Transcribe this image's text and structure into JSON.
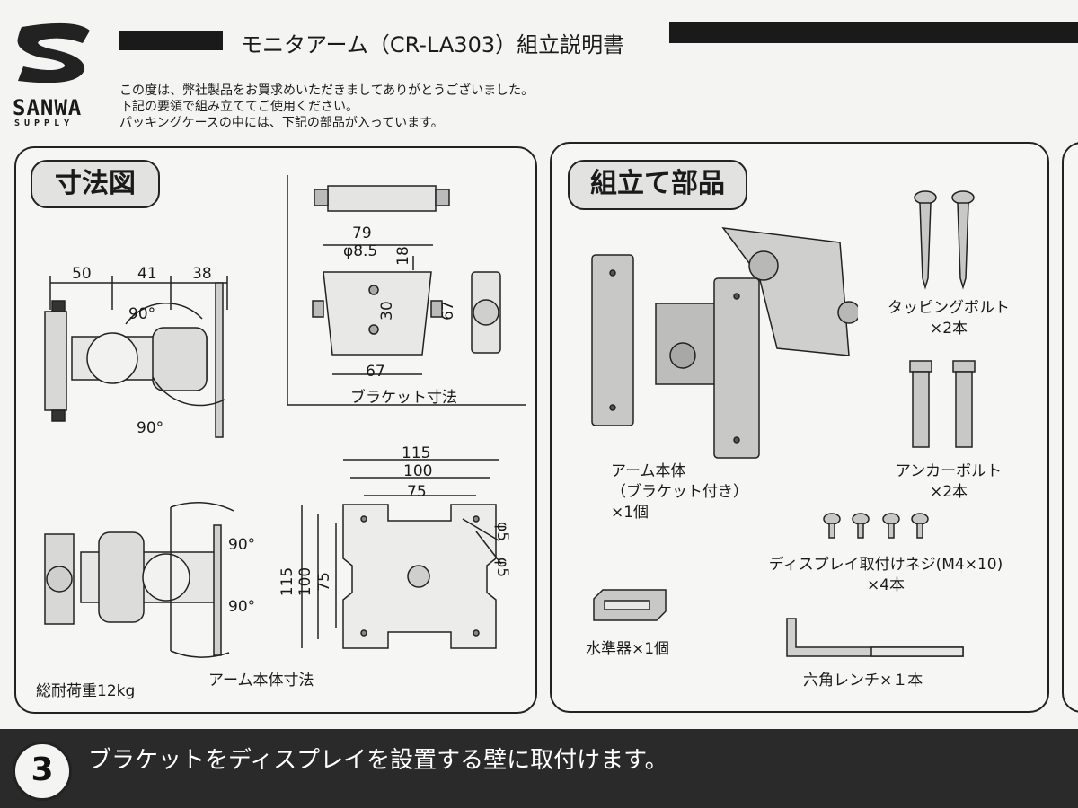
{
  "header": {
    "brand_main": "SANWA",
    "brand_sub": "SUPPLY",
    "title": "モニタアーム（CR-LA303）組立説明書",
    "intro_lines": [
      "この度は、弊社製品をお買求めいただきましてありがとうございました。",
      "下記の要領で組み立ててご使用ください。",
      "パッキングケースの中には、下記の部品が入っています。"
    ]
  },
  "dimensions": {
    "section_title": "寸法図",
    "top_view": {
      "d1": "50",
      "d2": "41",
      "d3": "38",
      "angle_top": "90°",
      "angle_bottom": "90°"
    },
    "bracket": {
      "w_top": "79",
      "hole_d": "φ8.5",
      "h_small": "18",
      "h_mid": "30",
      "h_side": "67",
      "w_bottom": "67",
      "caption": "ブラケット寸法"
    },
    "side_view": {
      "angle_top": "90°",
      "angle_bottom": "90°",
      "total_load": "総耐荷重12kg"
    },
    "arm_plate": {
      "w1": "115",
      "w2": "100",
      "w3": "75",
      "h1": "115",
      "h2": "100",
      "h3": "75",
      "hole1": "φ5",
      "hole2": "φ5",
      "caption": "アーム本体寸法"
    }
  },
  "parts": {
    "section_title": "組立て部品",
    "items": [
      {
        "lines": [
          "アーム本体",
          "（ブラケット付き）",
          "×1個"
        ]
      },
      {
        "lines": [
          "タッピングボルト",
          "×2本"
        ]
      },
      {
        "lines": [
          "アンカーボルト",
          "×2本"
        ]
      },
      {
        "lines": [
          "ディスプレイ取付けネジ(M4×10)",
          "×4本"
        ]
      },
      {
        "lines": [
          "水準器×1個"
        ]
      },
      {
        "lines": [
          "六角レンチ×１本"
        ]
      }
    ]
  },
  "step": {
    "number": "3",
    "text": "ブラケットをディスプレイを設置する壁に取付けます。"
  }
}
